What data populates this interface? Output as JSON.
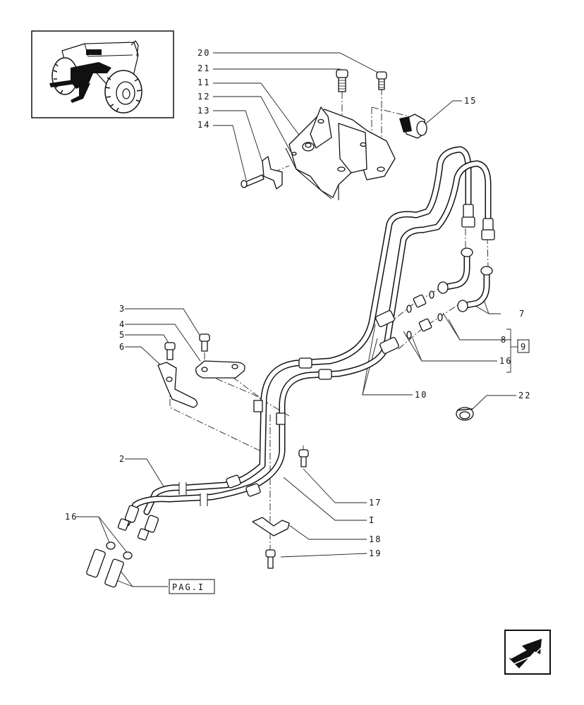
{
  "callouts": {
    "c20": "20",
    "c21": "21",
    "c11": "11",
    "c12": "12",
    "c13": "13",
    "c14": "14",
    "c15": "15",
    "c7": "7",
    "c8": "8",
    "c9": "9",
    "c16_right": "16",
    "c10": "10",
    "c22": "22",
    "c3": "3",
    "c4": "4",
    "c5": "5",
    "c6": "6",
    "c2": "2",
    "c16_left": "16",
    "c17": "17",
    "c1": "I",
    "c18": "18",
    "c19": "19",
    "page_ref": "PAG.I"
  },
  "icons": {
    "locator": "tractor-locator-thumbnail",
    "nav": "next-page-arrow-icon"
  }
}
